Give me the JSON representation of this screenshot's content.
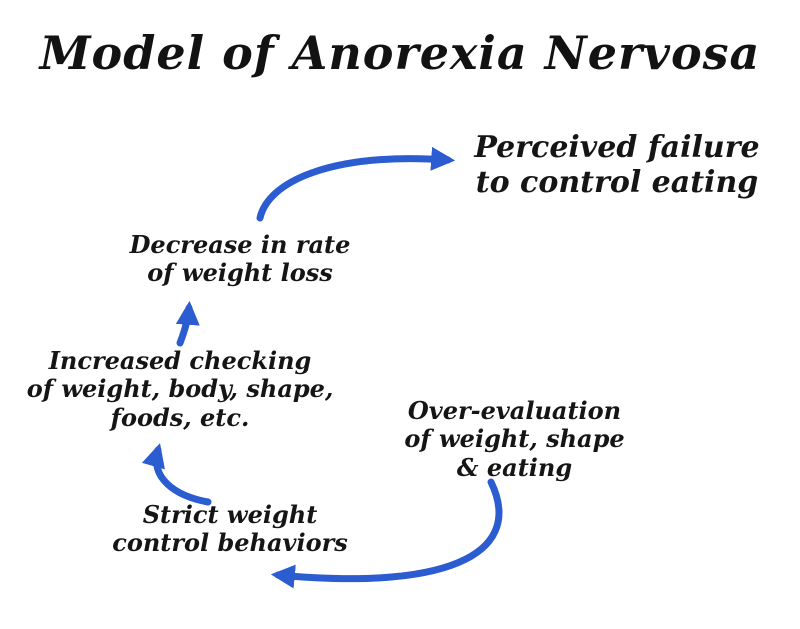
{
  "title": "Model of Anorexia Nervosa",
  "colors": {
    "arrow": "#2b5cd0",
    "text": "#151515",
    "background": "#ffffff"
  },
  "nodes": {
    "perceived_failure": {
      "text": "Perceived failure\nto control eating"
    },
    "decrease_rate": {
      "text": "Decrease in rate\nof weight loss"
    },
    "increased_checking": {
      "text": "Increased checking\nof weight, body, shape,\nfoods, etc."
    },
    "over_evaluation": {
      "text": "Over-evaluation\nof weight, shape\n& eating"
    },
    "strict_control": {
      "text": "Strict weight\ncontrol behaviors"
    }
  },
  "arrows": [
    {
      "name": "arrow-decrease-to-perceived",
      "from": "decrease_rate",
      "to": "perceived_failure"
    },
    {
      "name": "arrow-checking-to-decrease",
      "from": "increased_checking",
      "to": "decrease_rate"
    },
    {
      "name": "arrow-strict-to-checking",
      "from": "strict_control",
      "to": "increased_checking"
    },
    {
      "name": "arrow-overeval-to-strict",
      "from": "over_evaluation",
      "to": "strict_control"
    }
  ]
}
